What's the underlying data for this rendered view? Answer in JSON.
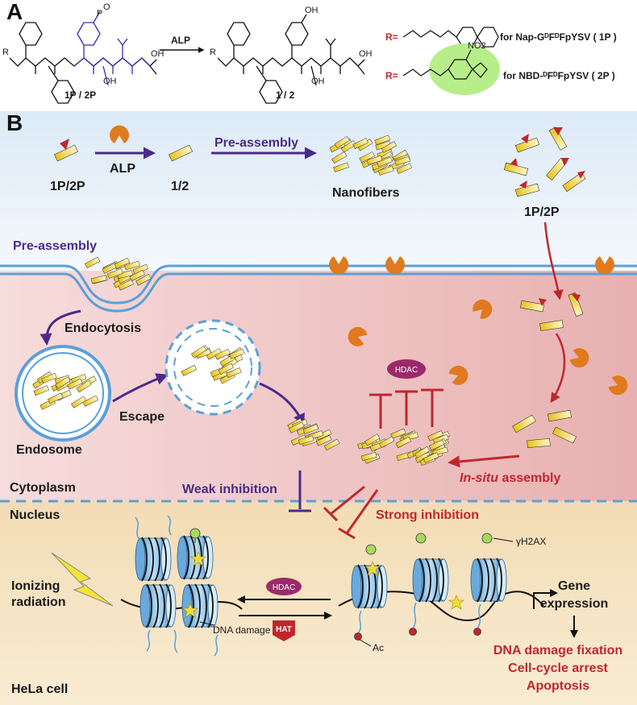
{
  "panel_a": {
    "letter": "A",
    "precursor_label": "1P / 2P",
    "product_label": "1 / 2",
    "enzyme_label": "ALP",
    "r_symbol": "R=",
    "r_symbol_2": "R=",
    "compound_1p": "for Nap-GᴰFᴰFpYSV ( 1P )",
    "compound_2p": "for NBD-ᴰFᴰFpYSV ( 2P )",
    "chem_no2": "NO2",
    "chem_oh": "OH",
    "chem_p": "P",
    "chem_o": "O",
    "chem_h": "H",
    "chem_n": "N"
  },
  "panel_b": {
    "letter": "B",
    "top": {
      "precursor": "1P/2P",
      "alp": "ALP",
      "monomer": "1/2",
      "preassembly": "Pre-assembly",
      "nanofibers": "Nanofibers",
      "precursor_right": "1P/2P"
    },
    "membrane": {
      "preassembly": "Pre-assembly",
      "endocytosis": "Endocytosis"
    },
    "cytoplasm": {
      "endosome": "Endosome",
      "escape": "Escape",
      "hdac": "HDAC",
      "weak_inhibition": "Weak inhibition",
      "insitu_italic": "In-situ",
      "insitu_rest": " assembly",
      "region": "Cytoplasm"
    },
    "nucleus": {
      "region": "Nucleus",
      "strong_inhibition": "Strong inhibition",
      "ionizing": "Ionizing",
      "radiation": "radiation",
      "hdac": "HDAC",
      "hat": "HAT",
      "dna_damage": "DNA damage",
      "ac": "Ac",
      "gamma_h2ax": "γH2AX",
      "gene": "Gene",
      "expression": "expression",
      "outcome_1": "DNA damage fixation",
      "outcome_2": "Cell-cycle arrest",
      "outcome_3": "Apoptosis",
      "cell": "HeLa cell"
    }
  },
  "colors": {
    "purple_arrow": "#4b2a8a",
    "red_arrow": "#c0272d",
    "enzyme_orange": "#e07a1e",
    "membrane_blue": "#5aa0d8",
    "nucleosome_blue": "#8fc3ea",
    "hdac_purple": "#9b2a6b",
    "green_circle": "#b7ee8a"
  }
}
